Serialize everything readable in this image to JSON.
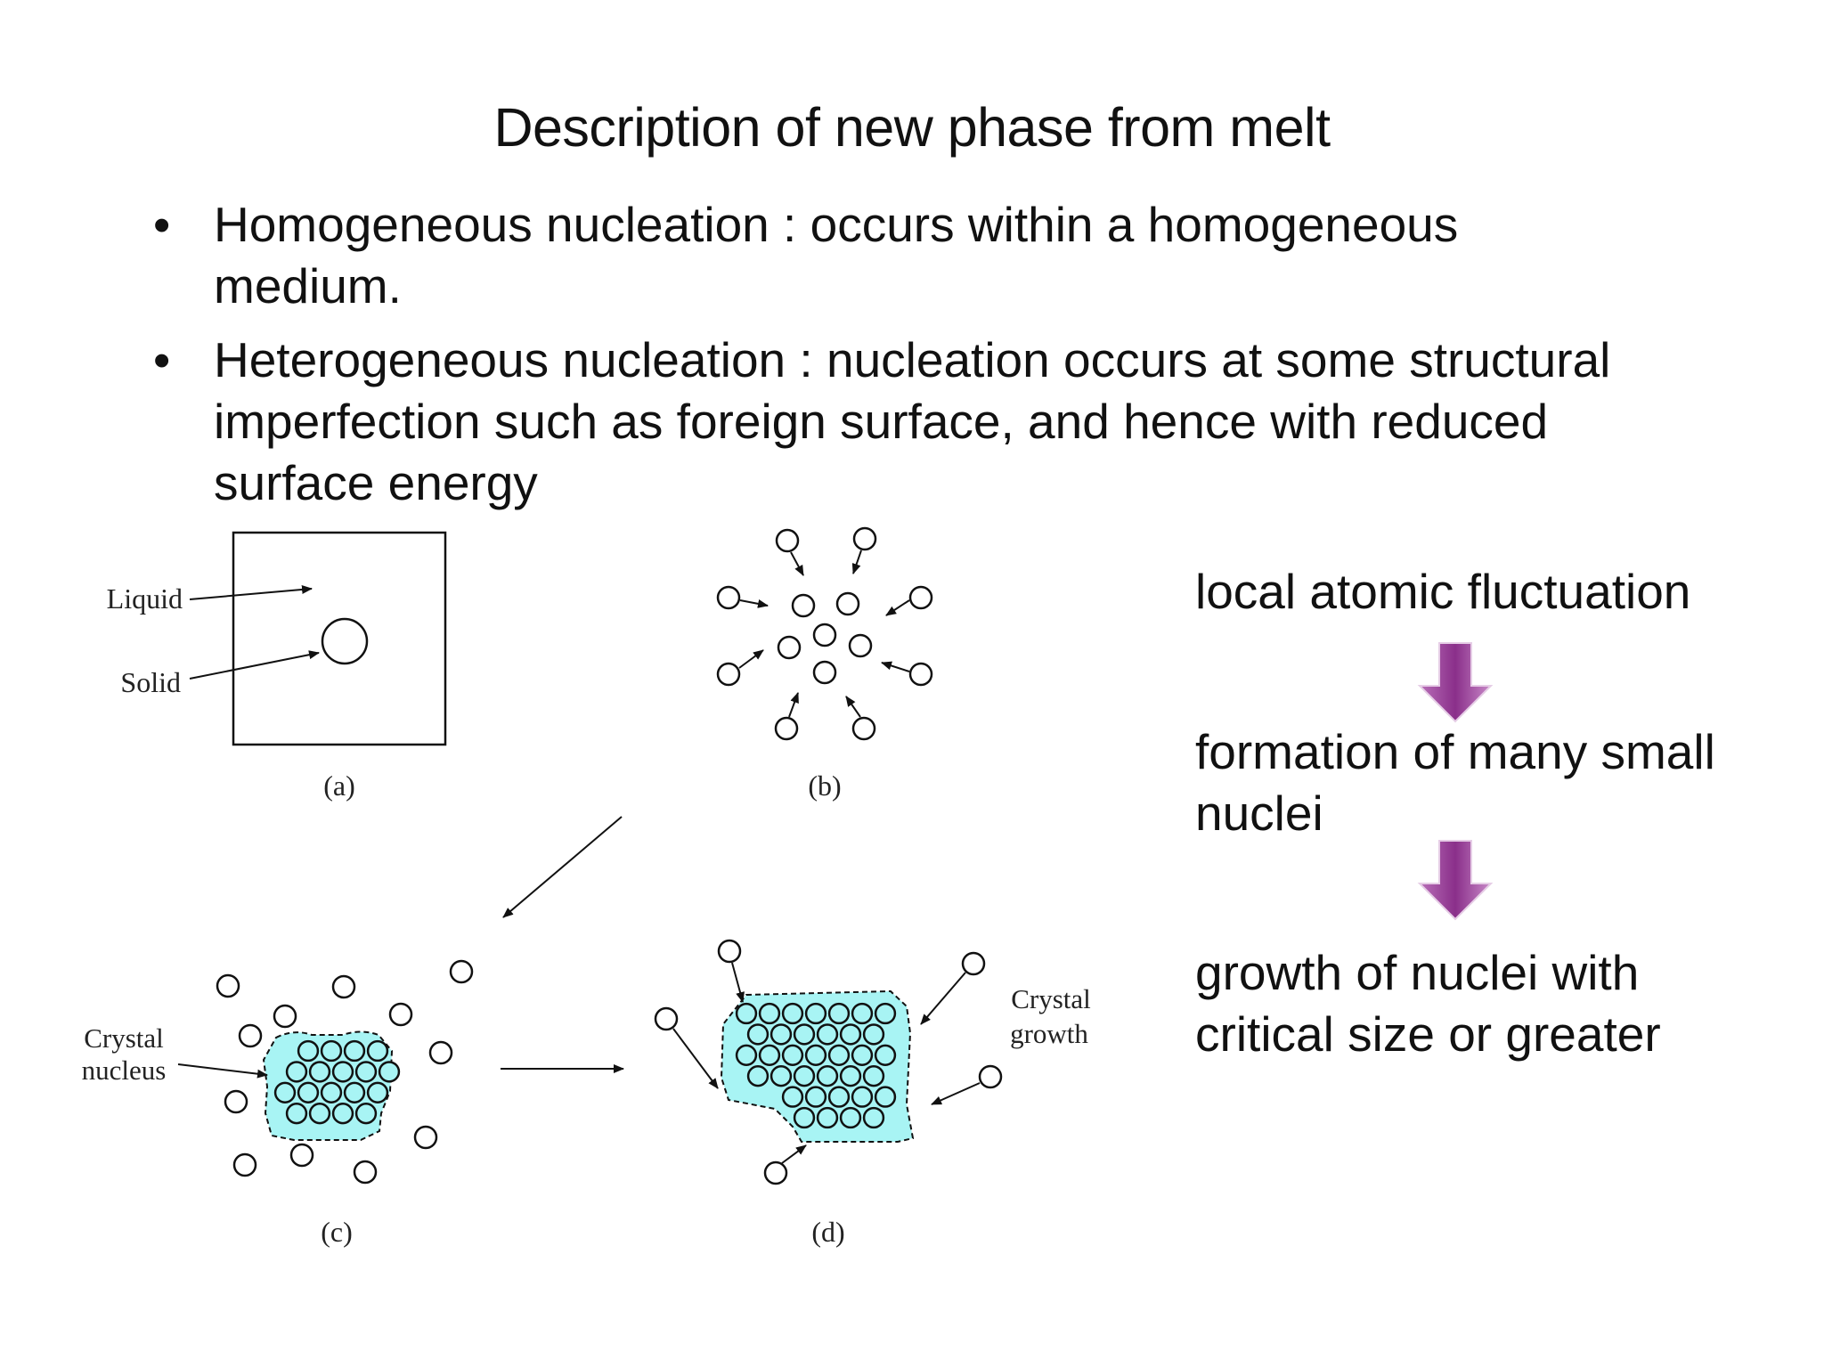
{
  "title": "Description of new phase from melt",
  "bullets": [
    {
      "line1": "Homogeneous nucleation : occurs within a homogeneous",
      "line2": "medium.",
      "line3": ""
    },
    {
      "line1": "Heterogeneous nucleation : nucleation occurs at some structural",
      "line2": "imperfection such as foreign surface, and hence with reduced",
      "line3": "surface energy"
    }
  ],
  "bullet_symbol": "•",
  "flow": {
    "step1": "local atomic fluctuation",
    "step2_line1": "formation of many small",
    "step2_line2": "nuclei",
    "step3_line1": "growth of nuclei with",
    "step3_line2": "critical size or greater"
  },
  "figure": {
    "label_liquid": "Liquid",
    "label_solid": "Solid",
    "label_a": "(a)",
    "label_b": "(b)",
    "label_c": "(c)",
    "label_d": "(d)",
    "label_crystal_nucleus_1": "Crystal",
    "label_crystal_nucleus_2": "nucleus",
    "label_crystal_growth_1": "Crystal",
    "label_crystal_growth_2": "growth"
  },
  "colors": {
    "crystal_fill": "#a8f4f4",
    "arrow_purple": "#9a3f9a"
  }
}
